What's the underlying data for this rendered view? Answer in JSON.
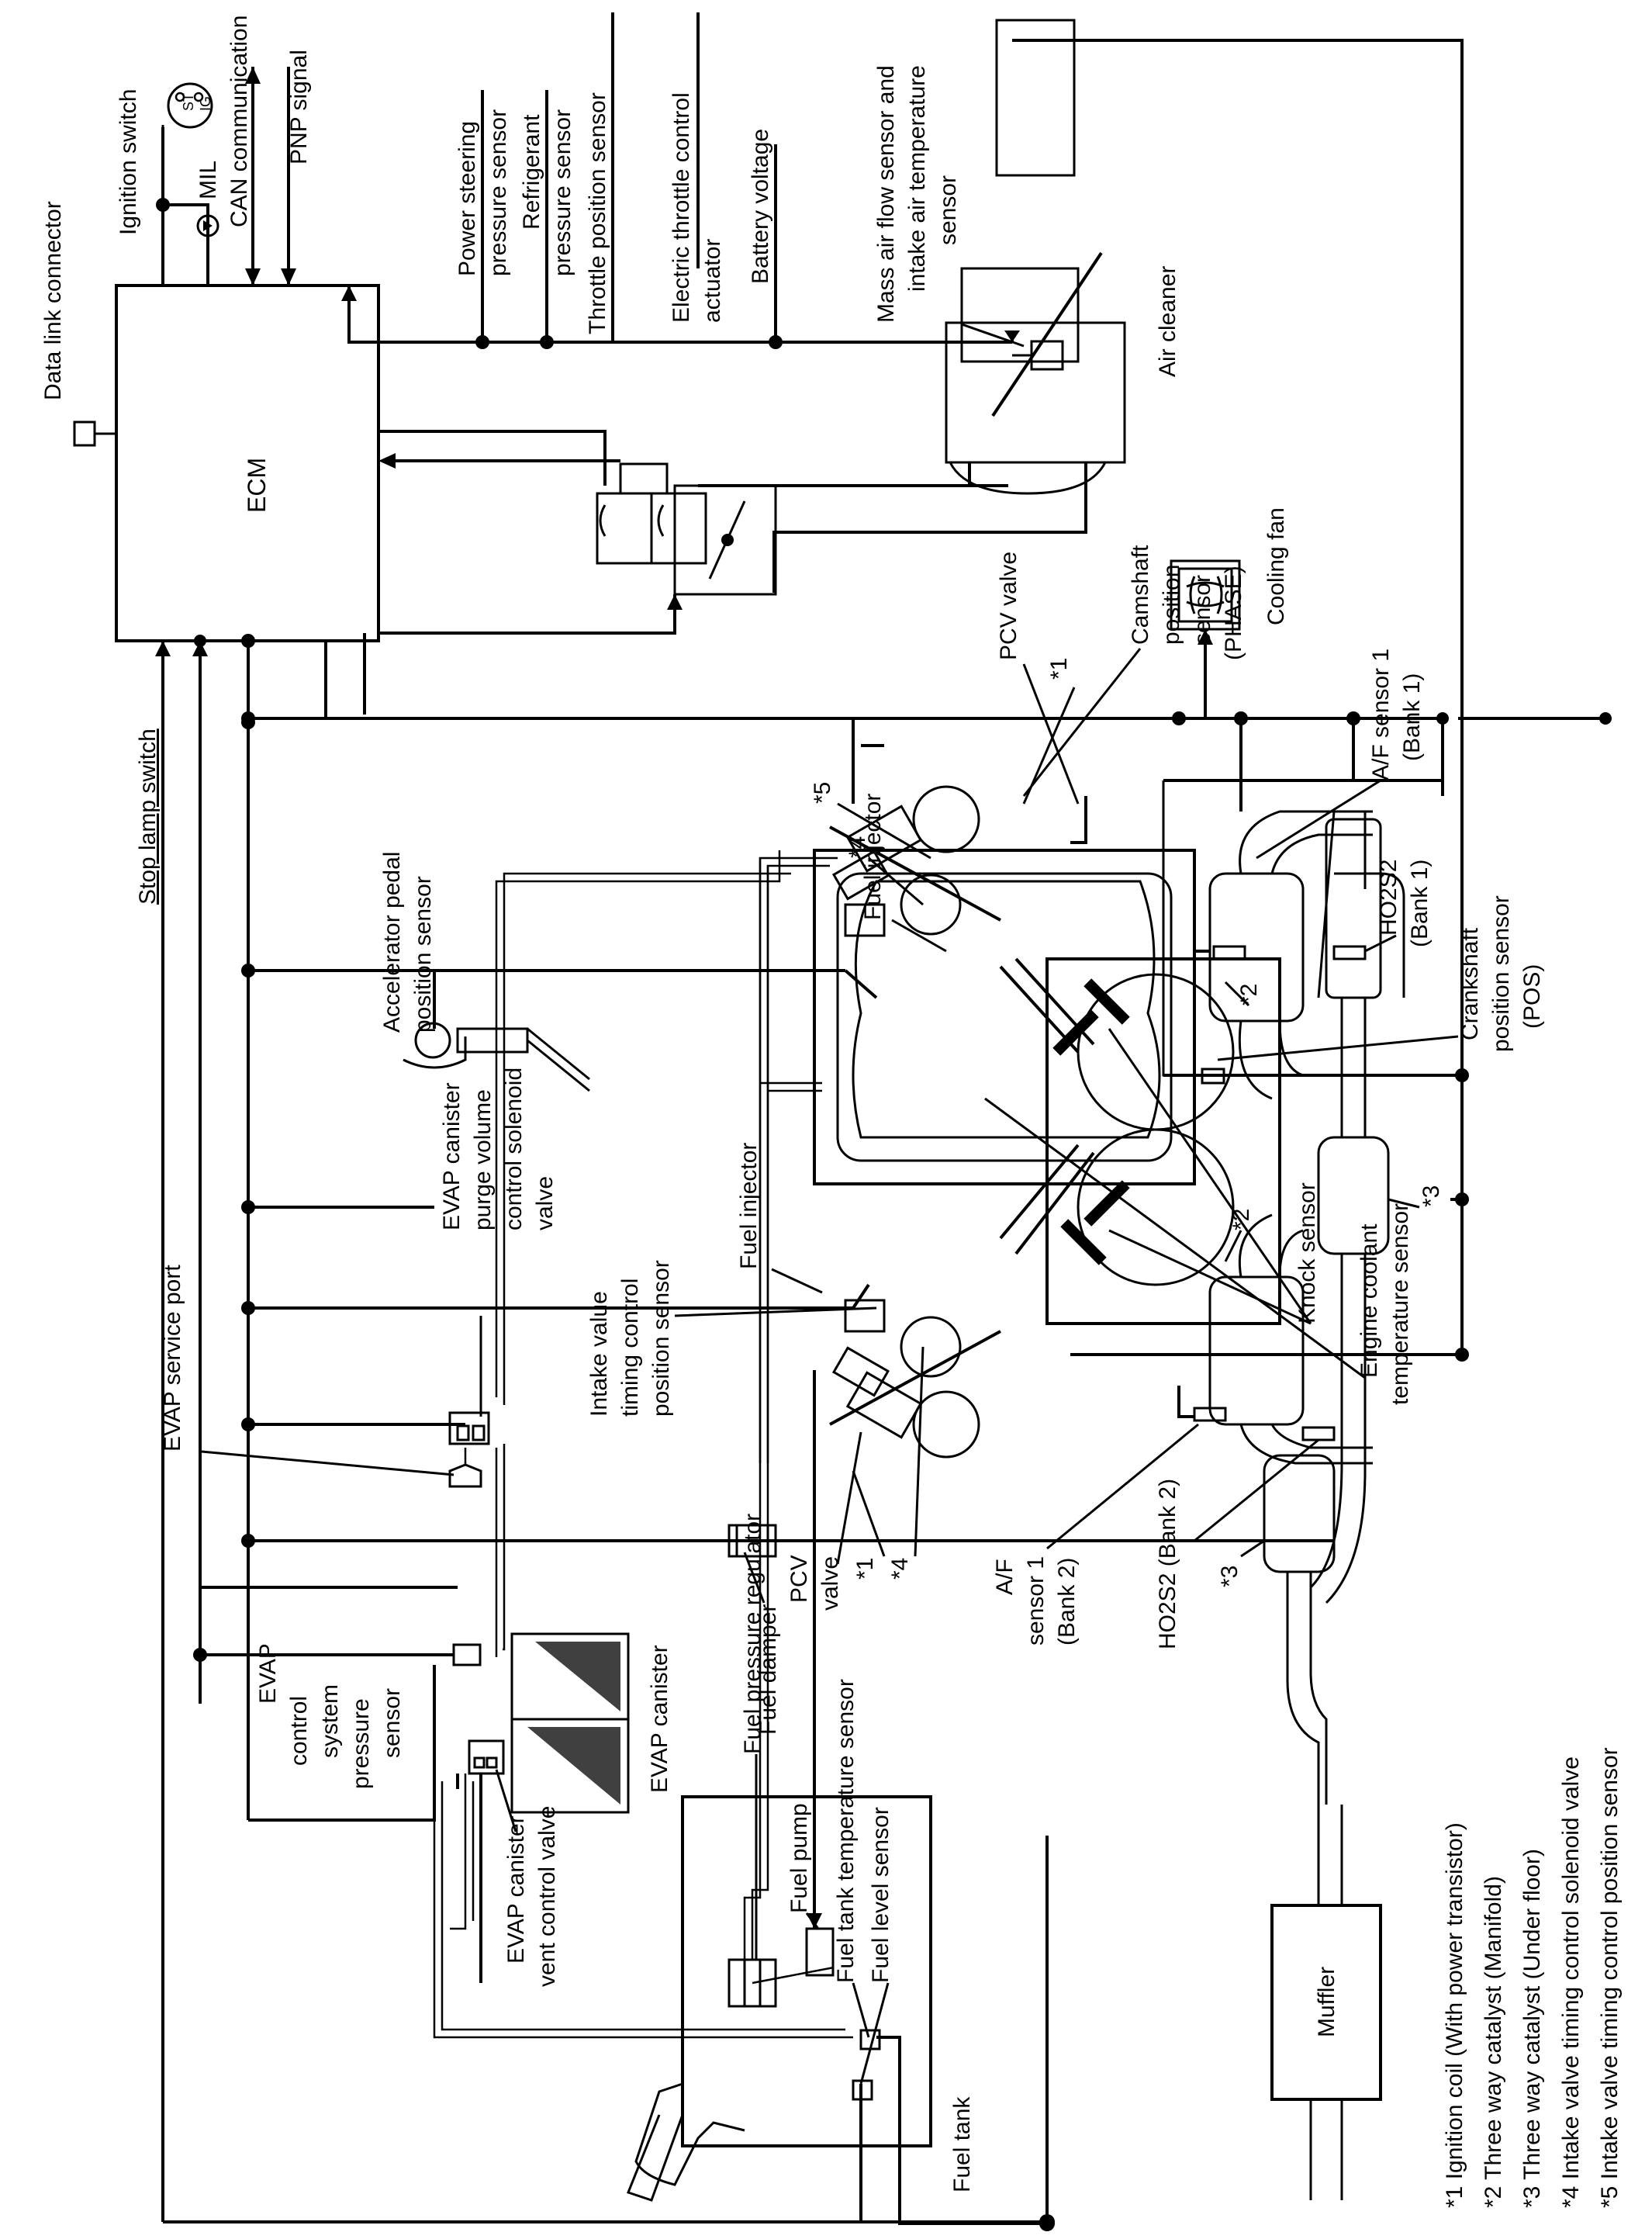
{
  "ecm": {
    "label": "ECM"
  },
  "labels": {
    "ignition_switch": "Ignition switch",
    "ign_st": "ST",
    "ign_ig": "IG",
    "pnp_signal": "PNP signal",
    "can_communication": "CAN communication",
    "mil": "MIL",
    "data_link_connector": "Data link connector",
    "stop_lamp_switch": "Stop lamp switch",
    "power_steering_pressure_sensor": [
      "Power steering",
      "pressure sensor"
    ],
    "refrigerant_pressure_sensor": [
      "Refrigerant",
      "pressure sensor"
    ],
    "throttle_position_sensor": "Throttle position sensor",
    "electric_throttle_control_actuator": [
      "Electric throttle control",
      "actuator"
    ],
    "battery_voltage": "Battery voltage",
    "mass_air_flow_sensor": [
      "Mass air flow sensor and",
      "intake air temperature",
      "sensor"
    ],
    "air_cleaner": "Air cleaner",
    "cooling_fan": "Cooling fan",
    "pcv_valve_top": "PCV valve",
    "star1_top": "*1",
    "camshaft_position_sensor": [
      "Camshaft",
      "position",
      "sensor",
      "(PHASE)"
    ],
    "af_sensor_bank1": [
      "A/F sensor 1",
      "(Bank 1)"
    ],
    "ho2s2_bank1": [
      "HO2S2",
      "(Bank 1)"
    ],
    "fuel_injector_top": "Fuel injector",
    "star5": "*5",
    "star4_top": "*4",
    "star2_top": "*2",
    "crankshaft_position_sensor": [
      "Crankshaft",
      "position sensor",
      "(POS)"
    ],
    "star3_right": "*3",
    "accelerator_pedal_position_sensor": [
      "Accelerator pedal",
      "position sensor"
    ],
    "fuel_injector_bottom": "Fuel injector",
    "knock_sensor": "Knock sensor",
    "engine_coolant_temperature_sensor": [
      "Engine coolant",
      "temperature sensor"
    ],
    "star2_bottom": "*2",
    "evap_canister_purge_volume_control_solenoid_valve": [
      "EVAP canister",
      "purge volume",
      "control solenoid",
      "valve"
    ],
    "intake_valve_timing_control_position_sensor": [
      "Intake value",
      "timing control",
      "position sensor"
    ],
    "star1_bottom": "*1",
    "star4_bottom": "*4",
    "pcv_valve_bottom": [
      "PCV",
      "valve"
    ],
    "af_sensor_bank2": [
      "A/F",
      "sensor 1",
      "(Bank 2)"
    ],
    "ho2s2_bank2": "HO2S2 (Bank 2)",
    "star3_left": "*3",
    "evap_service_port": "EVAP service port",
    "evap_control_system_pressure_sensor": [
      "EVAP",
      "control",
      "system",
      "pressure",
      "sensor"
    ],
    "evap_canister": "EVAP canister",
    "evap_canister_vent_control_valve": [
      "EVAP canister",
      "vent control valve"
    ],
    "fuel_damper": "Fuel damper",
    "fuel_pressure_regulator": "Fuel pressure regulator",
    "fuel_pump": "Fuel pump",
    "fuel_tank_temperature_sensor": "Fuel tank temperature sensor",
    "fuel_level_sensor": "Fuel level sensor",
    "fuel_tank": "Fuel tank",
    "muffler": "Muffler"
  },
  "legend": [
    "*1 Ignition coil (With power transistor)",
    "*2 Three way catalyst (Manifold)",
    "*3 Three way catalyst (Under floor)",
    "*4 Intake valve timing control solenoid valve",
    "*5 Intake valve timing control position sensor"
  ]
}
